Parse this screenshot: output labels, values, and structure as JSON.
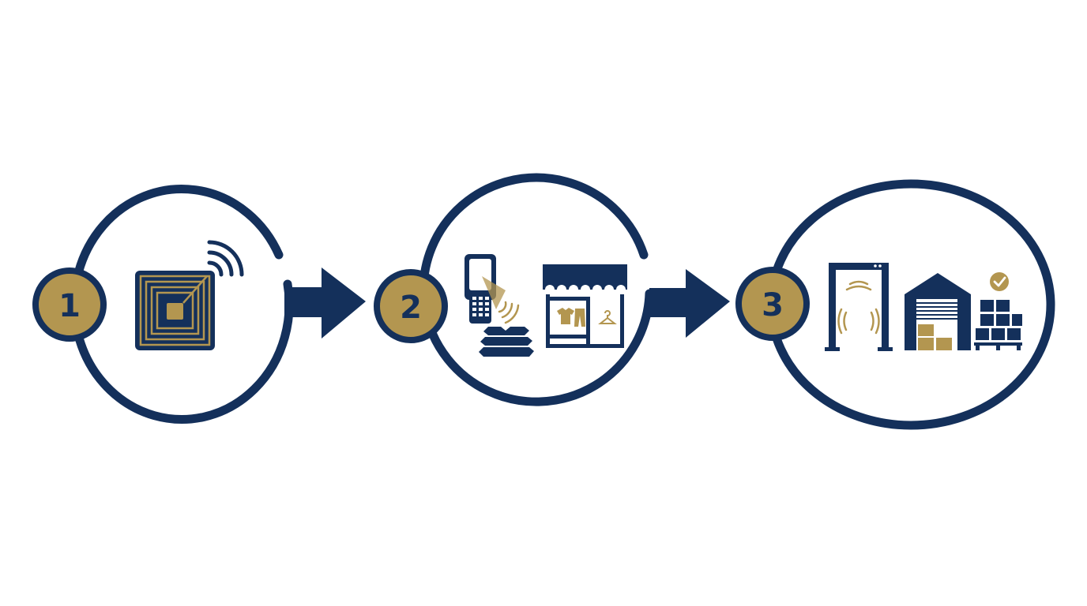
{
  "colors": {
    "navy": "#14305b",
    "gold": "#b39650",
    "background": "#ffffff"
  },
  "steps": [
    {
      "number": "1",
      "icons": [
        "rfid-tag-icon",
        "wireless-signal-icon"
      ]
    },
    {
      "number": "2",
      "icons": [
        "handheld-rfid-scanner-icon",
        "folded-clothes-icon",
        "retail-store-icon"
      ]
    },
    {
      "number": "3",
      "icons": [
        "rfid-gate-icon",
        "warehouse-icon",
        "pallet-boxes-icon",
        "checkmark-icon"
      ]
    }
  ],
  "connectors": [
    "arrow-right-icon",
    "arrow-right-icon"
  ]
}
